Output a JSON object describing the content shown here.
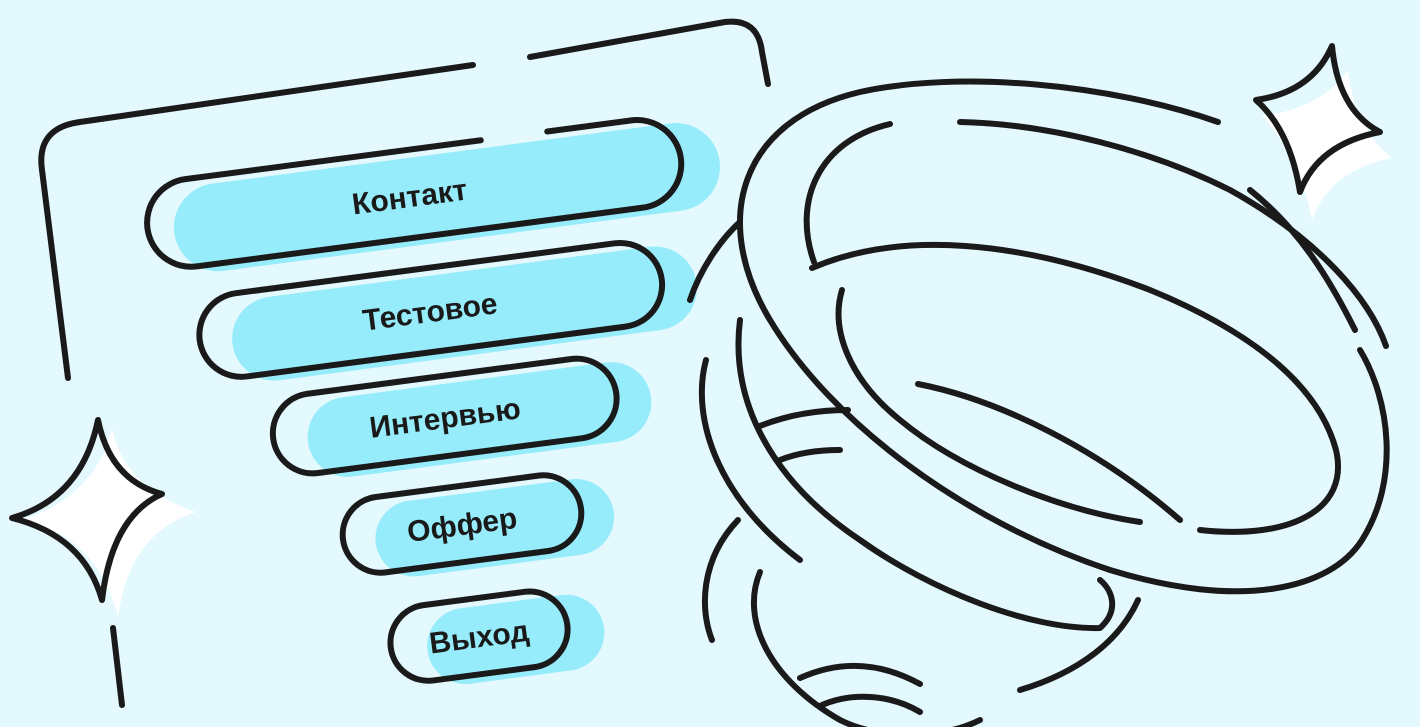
{
  "funnel": {
    "stages": [
      {
        "label": "Контакт"
      },
      {
        "label": "Тестовое"
      },
      {
        "label": "Интервью"
      },
      {
        "label": "Оффер"
      },
      {
        "label": "Выход"
      }
    ]
  },
  "colors": {
    "background": "#e3f9fd",
    "highlight": "#97ecfb",
    "outline": "#1a1a1a",
    "sparkle_fill": "#ffffff"
  },
  "icons": {
    "left_sparkle": "four-point-star-icon",
    "right_sparkle": "four-point-star-icon",
    "whirlwind": "tornado-swirl-icon"
  }
}
